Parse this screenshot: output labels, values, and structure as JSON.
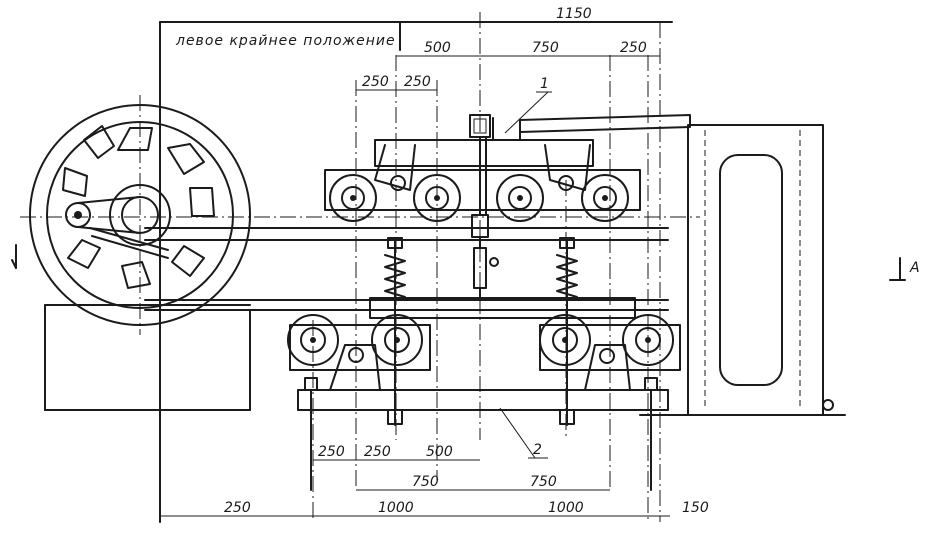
{
  "drawing": {
    "title": "левое крайнее положение",
    "callouts": {
      "one": "1",
      "two": "2"
    },
    "view_mark": "A",
    "dimensions": {
      "top_overall": "1150",
      "top_500": "500",
      "top_750": "750",
      "top_250_right": "250",
      "top_250_left": "250",
      "top_250_mid": "250",
      "bottom_250_a": "250",
      "bottom_250_b": "250",
      "bottom_500": "500",
      "bottom_750_left": "750",
      "bottom_750_right": "750",
      "bottom_250_left": "250",
      "bottom_1000_left": "1000",
      "bottom_1000_right": "1000",
      "bottom_150": "150"
    }
  }
}
